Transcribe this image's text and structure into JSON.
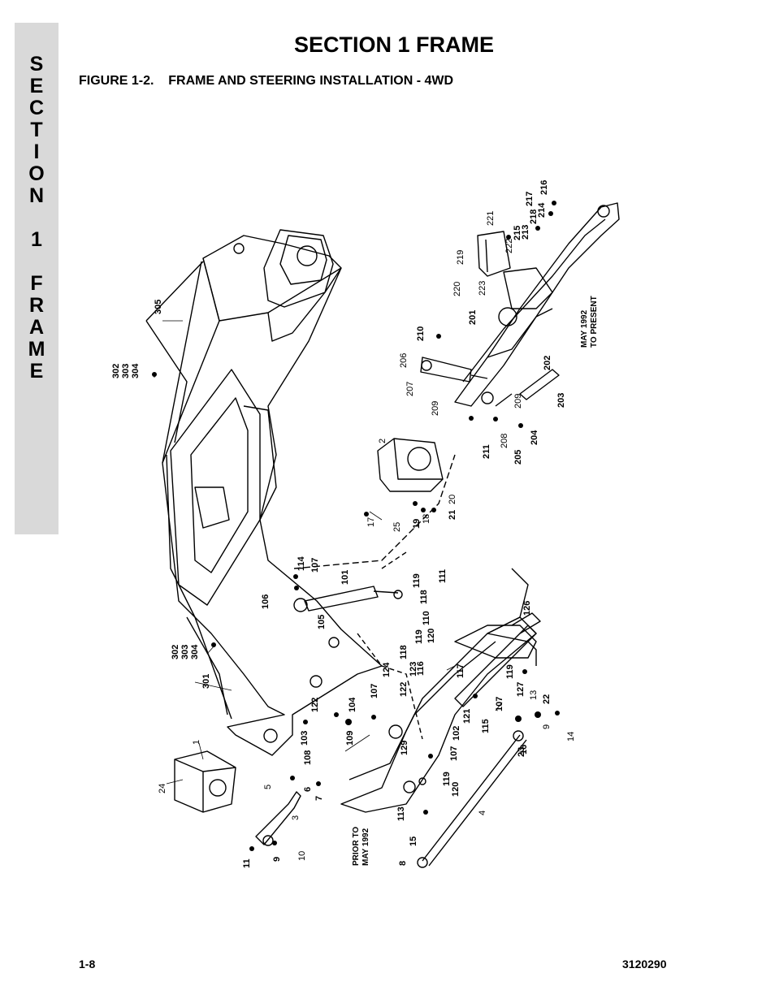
{
  "side_tab": {
    "letters": [
      "S",
      "E",
      "C",
      "T",
      "I",
      "O",
      "N",
      "",
      "1",
      "",
      "F",
      "R",
      "A",
      "M",
      "E"
    ]
  },
  "header": {
    "section_title": "SECTION 1  FRAME",
    "figure_title": "FIGURE 1-2.    FRAME AND STEERING INSTALLATION - 4WD"
  },
  "notes": {
    "may_1992_line1": "MAY 1992",
    "may_1992_line2": "TO PRESENT",
    "prior_line1": "PRIOR TO",
    "prior_line2": "MAY 1992"
  },
  "callouts": {
    "c1": "1",
    "c2": "2",
    "c3": "3",
    "c4": "4",
    "c5": "5",
    "c6": "6",
    "c7": "7",
    "c8": "8",
    "c9a": "9",
    "c9b": "9",
    "c10": "10",
    "c11": "11",
    "c13": "13",
    "c14": "14",
    "c15": "15",
    "c16": "16",
    "c17": "17",
    "c18": "18",
    "c19": "19",
    "c20": "20",
    "c21": "21",
    "c22": "22",
    "c23": "23",
    "c24": "24",
    "c25": "25",
    "c101": "101",
    "c102": "102",
    "c103": "103",
    "c104": "104",
    "c105": "105",
    "c106": "106",
    "c107a": "107",
    "c107b": "107",
    "c107c": "107",
    "c107d": "107",
    "c108": "108",
    "c109": "109",
    "c110": "110",
    "c111": "111",
    "c113": "113",
    "c114": "114",
    "c115": "115",
    "c116": "116",
    "c117": "117",
    "c118a": "118",
    "c118b": "118",
    "c119a": "119",
    "c119b": "119",
    "c119c": "119",
    "c119d": "119",
    "c120a": "120",
    "c120b": "120",
    "c121": "121",
    "c122a": "122",
    "c122b": "122",
    "c123": "123",
    "c124": "124",
    "c126": "126",
    "c127": "127",
    "c129": "129",
    "c201": "201",
    "c202": "202",
    "c203": "203",
    "c204": "204",
    "c205": "205",
    "c206": "206",
    "c207": "207",
    "c208": "208",
    "c209a": "209",
    "c209b": "209",
    "c210": "210",
    "c211": "211",
    "c213": "213",
    "c214": "214",
    "c215": "215",
    "c216": "216",
    "c217": "217",
    "c218": "218",
    "c219": "219",
    "c220": "220",
    "c221": "221",
    "c222": "222",
    "c223": "223",
    "c301": "301",
    "c302a": "302",
    "c303a": "303",
    "c304a": "304",
    "c302b": "302",
    "c303b": "303",
    "c304b": "304",
    "c305": "305"
  },
  "footer": {
    "page_number": "1-8",
    "doc_number": "3120290"
  }
}
